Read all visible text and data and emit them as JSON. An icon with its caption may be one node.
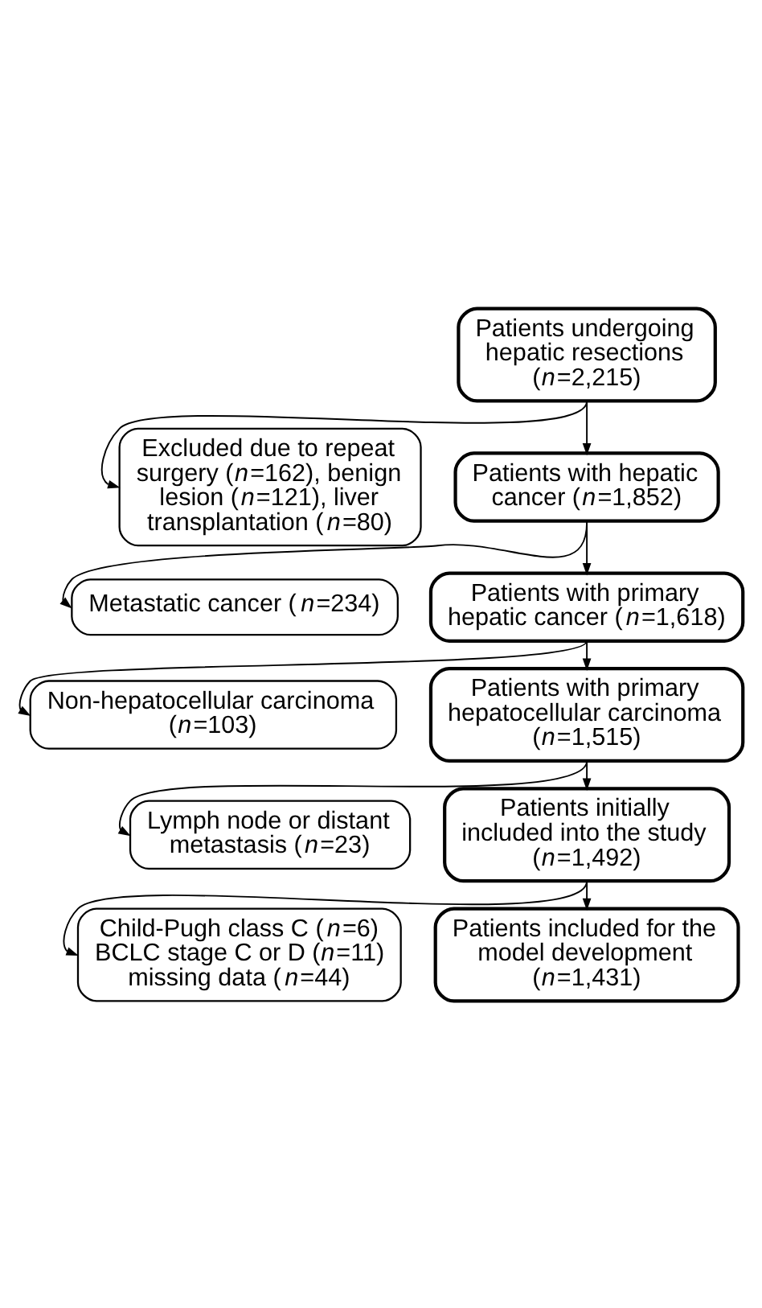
{
  "diagram": {
    "nodes": [
      {
        "text": [
          "Patients undergoing hepatic resections (*n*=2,215)"
        ]
      },
      {
        "text": [
          "Excluded due to repeat surgery (*n*=162), benign lesion (*n*=121), liver transplantation (*n*=80)"
        ]
      },
      {
        "text": [
          "Patients with hepatic cancer (*n*=1,852)"
        ]
      },
      {
        "text": [
          "Metastatic cancer (*n*=234)"
        ]
      },
      {
        "text": [
          "Patients with primary hepatic cancer (*n*=1,618)"
        ]
      },
      {
        "text": [
          "Non-hepatocellular carcinoma (*n*=103)"
        ]
      },
      {
        "text": [
          "Patients with primary hepatocellular carcinoma (*n*=1,515)"
        ]
      },
      {
        "text": [
          "Lymph node or distant metastasis (*n*=23)"
        ]
      },
      {
        "text": [
          "Patients initially included into the study (*n*=1,492)"
        ]
      },
      {
        "text": [
          "Child-Pugh class C (*n*=6) BCLC stage C or D (*n*=11) missing data (*n*=44)"
        ]
      },
      {
        "text": [
          "Patients included for the model development (*n*=1,431)"
        ]
      }
    ],
    "edges": [
      {
        "from": 0,
        "to": 2,
        "arrow": "to"
      },
      {
        "from": 0,
        "to": 1,
        "arrow": "to"
      },
      {
        "from": 2,
        "to": 4,
        "arrow": "to"
      },
      {
        "from": 2,
        "to": 3,
        "arrow": "to"
      },
      {
        "from": 4,
        "to": 6,
        "arrow": "to"
      },
      {
        "from": 4,
        "to": 5,
        "arrow": "to"
      },
      {
        "from": 6,
        "to": 8,
        "arrow": "to"
      },
      {
        "from": 6,
        "to": 7,
        "arrow": "to"
      },
      {
        "from": 8,
        "to": 10,
        "arrow": "to"
      },
      {
        "from": 8,
        "to": 9,
        "arrow": "to"
      }
    ]
  }
}
